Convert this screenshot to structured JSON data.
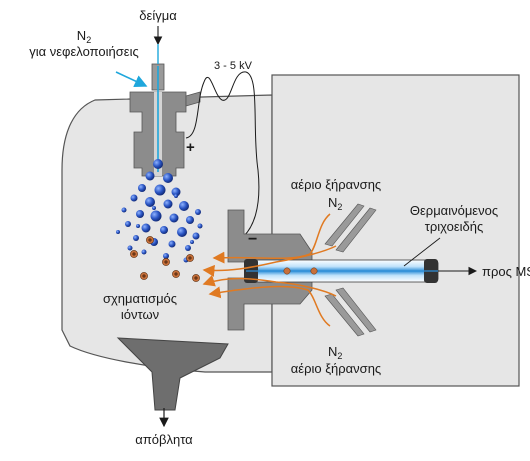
{
  "labels": {
    "sample": "δείγμα",
    "n2_main": "N",
    "n2_sub": "2",
    "nebulizer": "για νεφελοποιήσεις",
    "voltage": "3 - 5 kV",
    "plus": "+",
    "minus": "−",
    "drying_gas_top": "αέριο ξήρανσης",
    "n2_top_main": "N",
    "n2_top_sub": "2",
    "heated_line1": "Θερμαινόμενος",
    "heated_line2": "τριχοειδής",
    "to_ms": "προς MS",
    "ion_line1": "σχηματισμός",
    "ion_line2": "ιόντων",
    "n2_bottom_main": "N",
    "n2_bottom_sub": "2",
    "drying_gas_bottom": "αέριο ξήρανσης",
    "waste": "απόβλητα"
  },
  "colors": {
    "chamber_fill": "#e6e6e6",
    "outline": "#555555",
    "metal": "#8c8c8c",
    "metal_dark": "#6a6a6a",
    "droplet": "#2a55c4",
    "ion": "#c8703a",
    "gas_flow": "#e07a22",
    "capillary_blue": "#2e8fd8",
    "n2_arrow": "#1fa7dc"
  },
  "icons": [
    "nebulizer-needle",
    "spray-droplets",
    "ion-markers",
    "heated-capillary",
    "drying-gas-deflector",
    "waste-funnel"
  ]
}
